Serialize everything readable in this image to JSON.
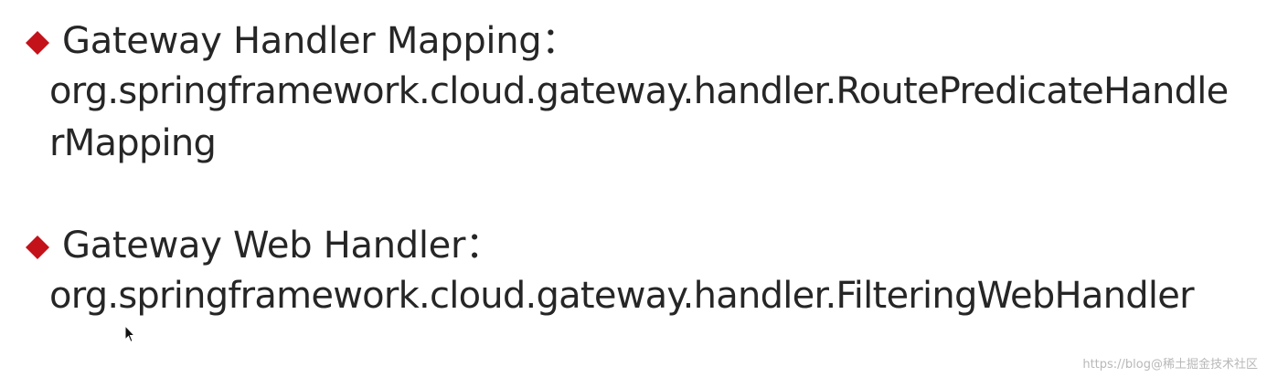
{
  "colors": {
    "diamond": "#c4121a",
    "text": "#262626",
    "watermark": "#b8b8b8"
  },
  "bullets": [
    {
      "icon": "diamond-bullet-icon",
      "title": "Gateway Handler Mapping：",
      "body": "org.springframework.cloud.gateway.handler.RoutePredicateHandlerMapping"
    },
    {
      "icon": "diamond-bullet-icon",
      "title": "Gateway Web Handler：",
      "body": "org.springframework.cloud.gateway.handler.FilteringWebHandler"
    }
  ],
  "cursor_icon": "mouse-pointer-icon",
  "watermark": "https://blog@稀土掘金技术社区"
}
